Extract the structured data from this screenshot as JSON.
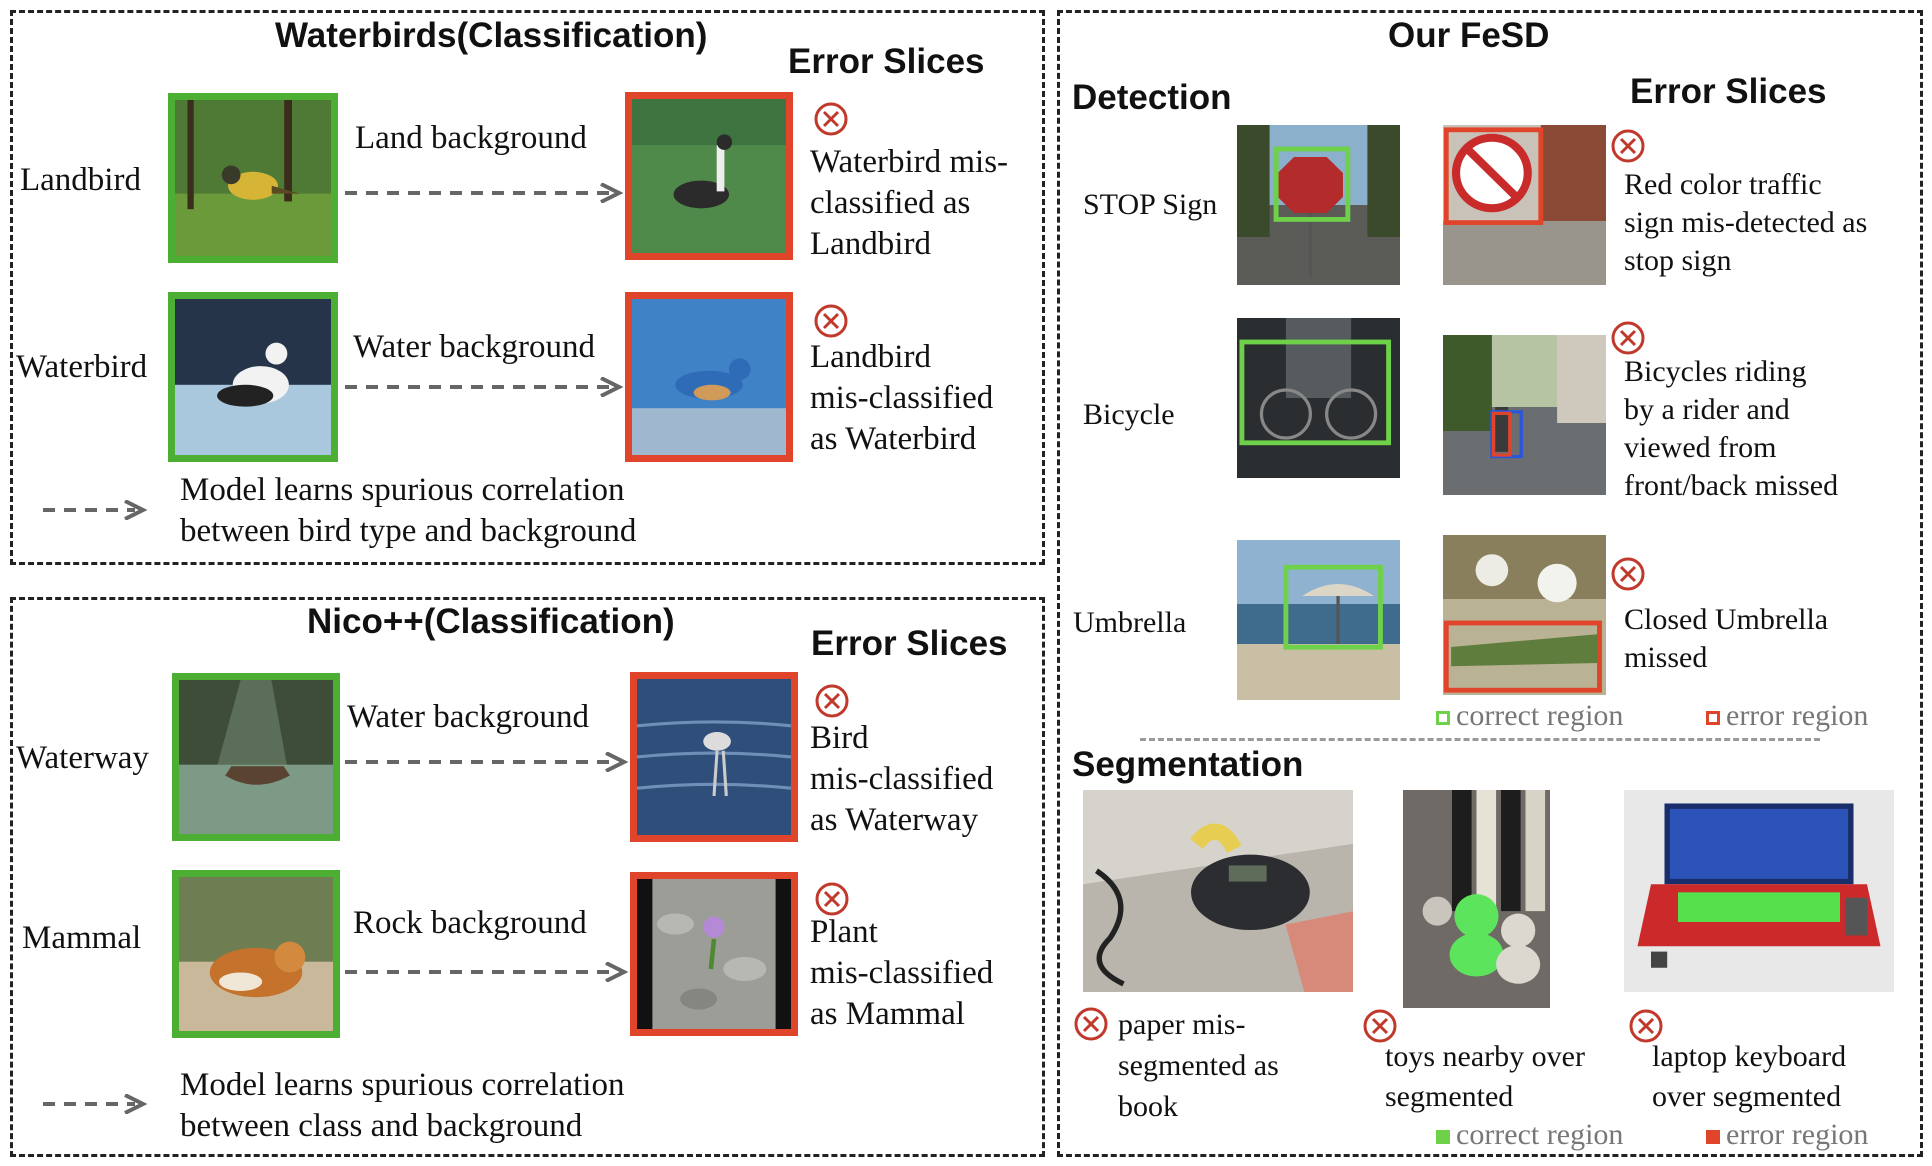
{
  "waterbirds": {
    "title": "Waterbirds(Classification)",
    "error_slices": "Error Slices",
    "rows": [
      {
        "label": "Landbird",
        "background": "Land background",
        "error": [
          "Waterbird mis-",
          "classified as",
          "Landbird"
        ]
      },
      {
        "label": "Waterbird",
        "background": "Water background",
        "error": [
          "Landbird",
          "mis-classified",
          "as Waterbird"
        ]
      }
    ],
    "legend": [
      "Model learns spurious correlation",
      "between bird type and background"
    ]
  },
  "nico": {
    "title": "Nico++(Classification)",
    "error_slices": "Error Slices",
    "rows": [
      {
        "label": "Waterway",
        "background": "Water background",
        "error": [
          "Bird",
          "mis-classified",
          "as Waterway"
        ]
      },
      {
        "label": "Mammal",
        "background": "Rock background",
        "error": [
          "Plant",
          "mis-classified",
          "as Mammal"
        ]
      }
    ],
    "legend": [
      "Model learns spurious correlation",
      "between class and  background"
    ]
  },
  "fesd": {
    "title": "Our FeSD",
    "detection": {
      "heading": "Detection",
      "error_slices": "Error Slices",
      "rows": [
        {
          "label": "STOP Sign",
          "error": [
            "Red color traffic",
            "sign mis-detected as",
            "stop sign"
          ]
        },
        {
          "label": "Bicycle",
          "error": [
            "Bicycles riding",
            "by a rider and",
            "viewed from",
            "front/back missed"
          ]
        },
        {
          "label": "Umbrella",
          "error": [
            "Closed Umbrella",
            "missed"
          ]
        }
      ],
      "legend": {
        "correct": "correct region",
        "error": "error region"
      }
    },
    "segmentation": {
      "heading": "Segmentation",
      "items": [
        {
          "error": [
            "paper mis-",
            "segmented as",
            "book"
          ]
        },
        {
          "error": [
            "toys nearby over",
            "segmented"
          ]
        },
        {
          "error": [
            "laptop keyboard",
            "over segmented"
          ]
        }
      ],
      "legend": {
        "correct": "correct region",
        "error": "error region"
      }
    }
  },
  "colors": {
    "correct": "#4caf34",
    "error": "#e0452c",
    "icon": "#c0392b"
  }
}
